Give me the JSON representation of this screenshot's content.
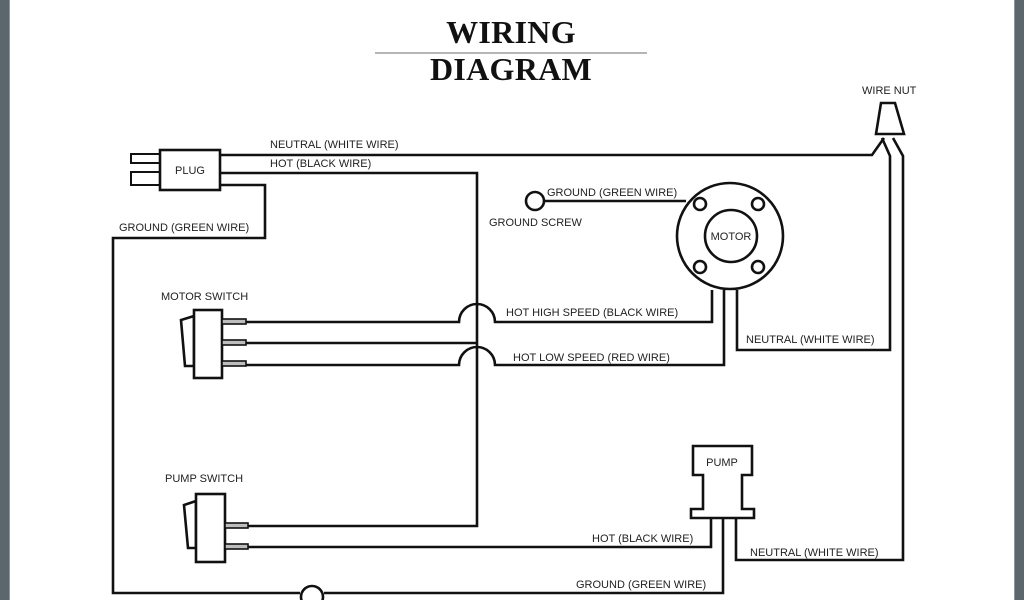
{
  "title": "WIRING DIAGRAM",
  "components": {
    "plug": "PLUG",
    "motor": "MOTOR",
    "pump": "PUMP",
    "motor_switch": "MOTOR SWITCH",
    "pump_switch": "PUMP SWITCH",
    "wire_nut": "WIRE NUT",
    "ground_screw": "GROUND SCREW"
  },
  "wire_labels": {
    "plug_neutral": "NEUTRAL (WHITE WIRE)",
    "plug_hot": "HOT (BLACK WIRE)",
    "plug_ground": "GROUND (GREEN WIRE)",
    "motor_ground": "GROUND (GREEN WIRE)",
    "motor_hot_high": "HOT HIGH SPEED (BLACK WIRE)",
    "motor_hot_low": "HOT LOW SPEED (RED WIRE)",
    "motor_neutral": "NEUTRAL (WHITE WIRE)",
    "pump_hot": "HOT (BLACK WIRE)",
    "pump_neutral": "NEUTRAL (WHITE WIRE)",
    "pump_ground": "GROUND (GREEN WIRE)"
  },
  "colors": {
    "line": "#111111",
    "frame": "#5c666d"
  }
}
